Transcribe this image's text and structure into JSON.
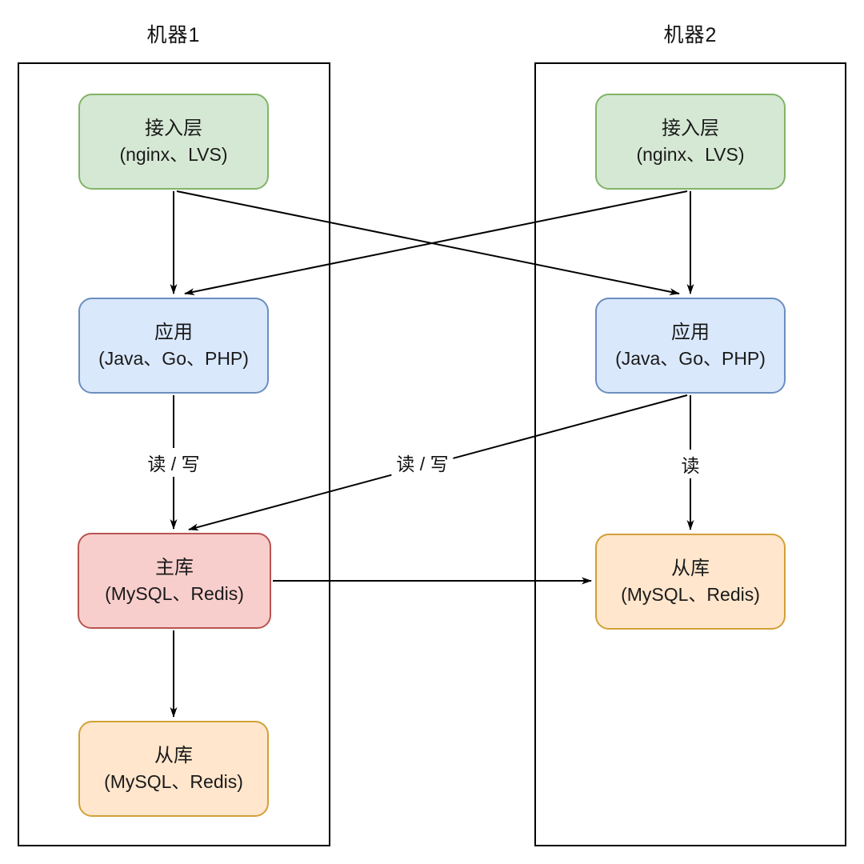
{
  "machines": [
    {
      "title": "机器1",
      "nodes": {
        "access": {
          "line1": "接入层",
          "line2": "(nginx、LVS)"
        },
        "app": {
          "line1": "应用",
          "line2": "(Java、Go、PHP)"
        },
        "master": {
          "line1": "主库",
          "line2": "(MySQL、Redis)"
        },
        "slave": {
          "line1": "从库",
          "line2": "(MySQL、Redis)"
        }
      }
    },
    {
      "title": "机器2",
      "nodes": {
        "access": {
          "line1": "接入层",
          "line2": "(nginx、LVS)"
        },
        "app": {
          "line1": "应用",
          "line2": "(Java、Go、PHP)"
        },
        "slave": {
          "line1": "从库",
          "line2": "(MySQL、Redis)"
        }
      }
    }
  ],
  "edge_labels": {
    "app1_to_master1": "读 / 写",
    "app2_to_master1": "读 / 写",
    "app2_to_slave2": "读"
  },
  "colors": {
    "background": "#ffffff",
    "container-stroke": "#000000",
    "line": "#000000",
    "green-fill": "#d5e8d4",
    "green-stroke": "#82b366",
    "blue-fill": "#dae8fc",
    "blue-stroke": "#6c8ebf",
    "red-fill": "#f8cecc",
    "red-stroke": "#b85450",
    "orange-fill": "#ffe6cc",
    "orange-stroke": "#d2a037"
  }
}
